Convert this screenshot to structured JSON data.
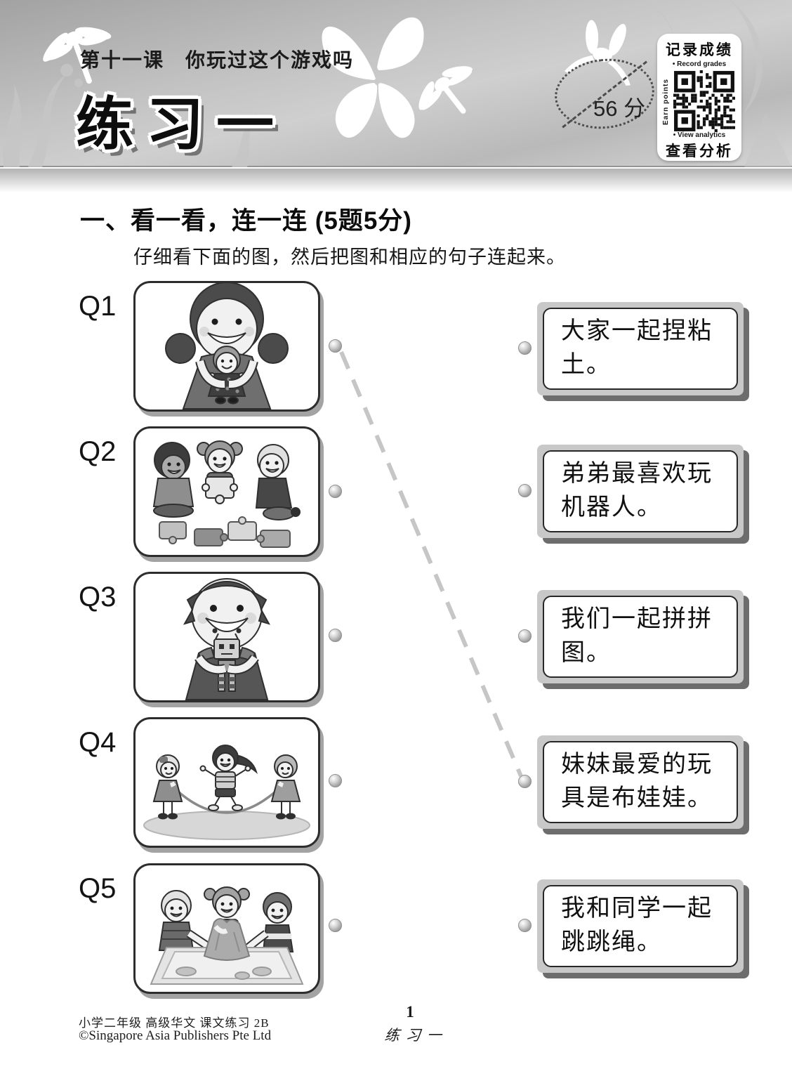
{
  "header": {
    "lesson_label": "第十一课　你玩过这个游戏吗",
    "exercise_title": "练习一",
    "score_badge": "56 分",
    "qr_panel": {
      "record_cn": "记录成绩",
      "record_en": "• Record grades",
      "earn_en": "Earn points",
      "view_en": "• View analytics",
      "view_cn": "查看分析"
    }
  },
  "section": {
    "heading": "一、看一看，连一连 (5题5分)",
    "instruction": "仔细看下面的图，然后把图和相应的句子连起来。"
  },
  "questions": [
    {
      "label": "Q1",
      "scene": "girl hugging a rag doll"
    },
    {
      "label": "Q2",
      "scene": "three children doing a jigsaw puzzle"
    },
    {
      "label": "Q3",
      "scene": "boy hugging a toy robot"
    },
    {
      "label": "Q4",
      "scene": "three girls skipping rope"
    },
    {
      "label": "Q5",
      "scene": "three children moulding clay"
    }
  ],
  "answers": [
    {
      "text": "大家一起捏粘土。"
    },
    {
      "text": "弟弟最喜欢玩机器人。"
    },
    {
      "text": "我们一起拼拼图。"
    },
    {
      "text": "妹妹最爱的玩具是布娃娃。"
    },
    {
      "text": "我和同学一起跳跳绳。"
    }
  ],
  "connection": {
    "from_question": "Q1",
    "to_answer_index": 4
  },
  "footer": {
    "series": "小学二年级 高级华文 课文练习 2B",
    "publisher": "©Singapore Asia Publishers Pte Ltd",
    "page_number": "1",
    "page_label": "练习一"
  },
  "colors": {
    "header_gray": "#b9b9b9",
    "card_frame_gray": "#c8c8c8",
    "card_frame_shadow": "#6d6d6d",
    "image_box_border": "#2d2d2d",
    "image_box_shadow": "#a3a3a3",
    "dashed_line": "#c6c6c6"
  }
}
